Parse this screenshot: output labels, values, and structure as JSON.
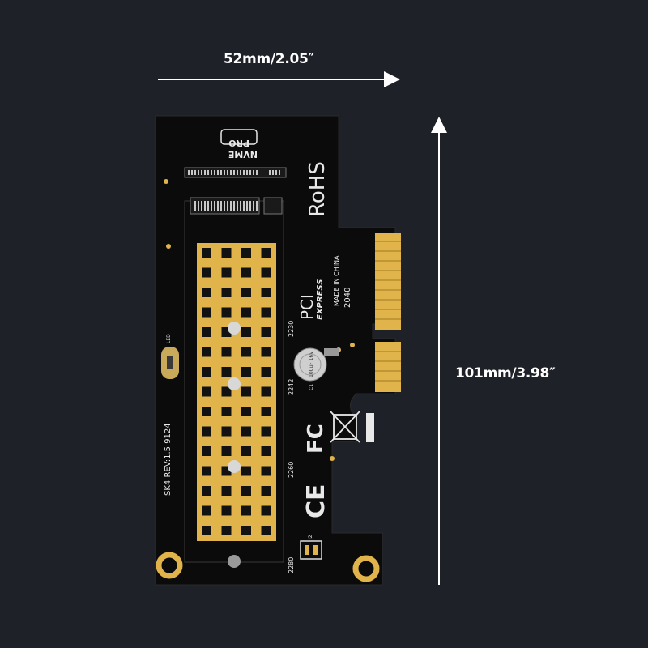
{
  "dimensions": {
    "width_label": "52mm/2.05″",
    "height_label": "101mm/3.98″"
  },
  "silkscreen": {
    "nvme": "NVME",
    "pro": "PRO",
    "rohs": "RoHS",
    "pci": "PCI",
    "express": "EXPRESS",
    "made_in": "MADE IN CHINA",
    "date_code": "2040",
    "revision": "SK4  REV:1.5  9124",
    "size_2230": "2230",
    "size_2242": "2242",
    "size_2260": "2260",
    "size_2280": "2280",
    "led": "LED",
    "cap_value": "100uF 16V",
    "cap_ref": "C1",
    "jumper_ref": "J2",
    "fc": "FC",
    "ce": "CE"
  },
  "colors": {
    "background": "#1f2129",
    "pcb": "#0b0b0c",
    "gold": "#e0b44a",
    "silk": "#e8e8e8"
  }
}
